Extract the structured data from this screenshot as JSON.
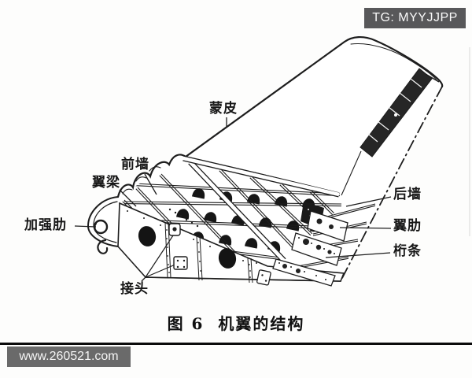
{
  "watermarks": {
    "telegram": "TG: MYYJJPP",
    "website": "www.260521.com"
  },
  "figure": {
    "caption": "图 6  机翼的结构",
    "labels": {
      "skin": "蒙皮",
      "front_wall": "前墙",
      "wing_spar": "翼梁",
      "reinforced_rib": "加强肋",
      "joint": "接头",
      "rear_wall": "后墙",
      "wing_rib": "翼肋",
      "stringer": "桁条"
    }
  },
  "colors": {
    "ink": "#1d1d1d",
    "telegram_box": "#58585a",
    "website_box": "#6a6a6a",
    "paper": "#ffffff"
  }
}
